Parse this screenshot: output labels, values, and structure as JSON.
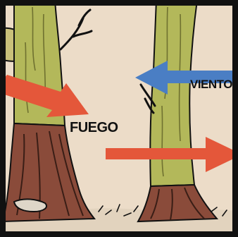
{
  "labels": {
    "fire": "FUEGO",
    "wind": "VIENTO"
  },
  "colors": {
    "sky": "#ecdcc8",
    "trunk": "#b3b85a",
    "trunk_dark": "#8b8d3a",
    "bark_base": "#8a4b3a",
    "fire_arrow": "#e4573a",
    "wind_arrow": "#4a7ec4",
    "ink": "#111111"
  },
  "icons": {
    "fire": "fire-direction-arrow",
    "wind": "wind-direction-arrow"
  }
}
